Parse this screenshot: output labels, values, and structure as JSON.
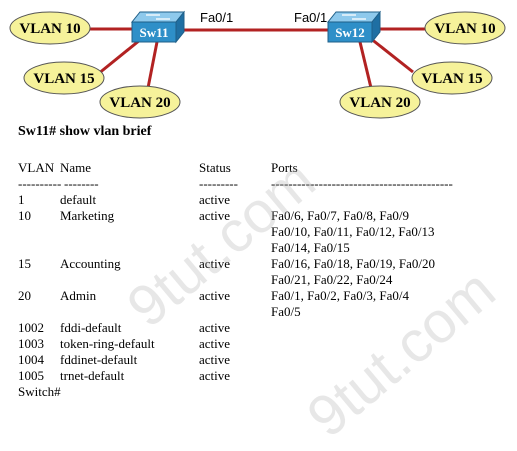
{
  "diagram": {
    "switches": [
      {
        "id": "sw11",
        "label": "Sw11"
      },
      {
        "id": "sw12",
        "label": "Sw12"
      }
    ],
    "interfaces": {
      "left": "Fa0/1",
      "right": "Fa0/1"
    },
    "vlans_left": [
      "VLAN 10",
      "VLAN 15",
      "VLAN 20"
    ],
    "vlans_right": [
      "VLAN 10",
      "VLAN 15",
      "VLAN 20"
    ],
    "colors": {
      "link": "#b22222",
      "vlan_fill": "#f6f29a",
      "switch": "#2e8fc8"
    }
  },
  "cli": {
    "command": "Sw11# show vlan brief",
    "headers": {
      "vlan": "VLAN",
      "name": "Name",
      "status": "Status",
      "ports": "Ports"
    },
    "dashes": {
      "vlan": "----------",
      "name": "--------",
      "status": "---------",
      "ports": "------------------------------------------"
    },
    "rows": [
      {
        "vlan": "1",
        "name": "default",
        "status": "active",
        "ports": []
      },
      {
        "vlan": "10",
        "name": "Marketing",
        "status": "active",
        "ports": [
          "Fa0/6, Fa0/7, Fa0/8, Fa0/9",
          "Fa0/10, Fa0/11, Fa0/12, Fa0/13",
          "Fa0/14, Fa0/15"
        ]
      },
      {
        "vlan": "15",
        "name": "Accounting",
        "status": "active",
        "ports": [
          "Fa0/16, Fa0/18, Fa0/19, Fa0/20",
          "Fa0/21, Fa0/22, Fa0/24"
        ]
      },
      {
        "vlan": "20",
        "name": "Admin",
        "status": "active",
        "ports": [
          "Fa0/1, Fa0/2, Fa0/3, Fa0/4",
          "Fa0/5"
        ]
      },
      {
        "vlan": "1002",
        "name": "fddi-default",
        "status": "active",
        "ports": []
      },
      {
        "vlan": "1003",
        "name": "token-ring-default",
        "status": "active",
        "ports": []
      },
      {
        "vlan": "1004",
        "name": "fddinet-default",
        "status": "active",
        "ports": []
      },
      {
        "vlan": "1005",
        "name": "trnet-default",
        "status": "active",
        "ports": []
      }
    ],
    "prompt": "Switch#"
  },
  "watermark": "9tut.com"
}
